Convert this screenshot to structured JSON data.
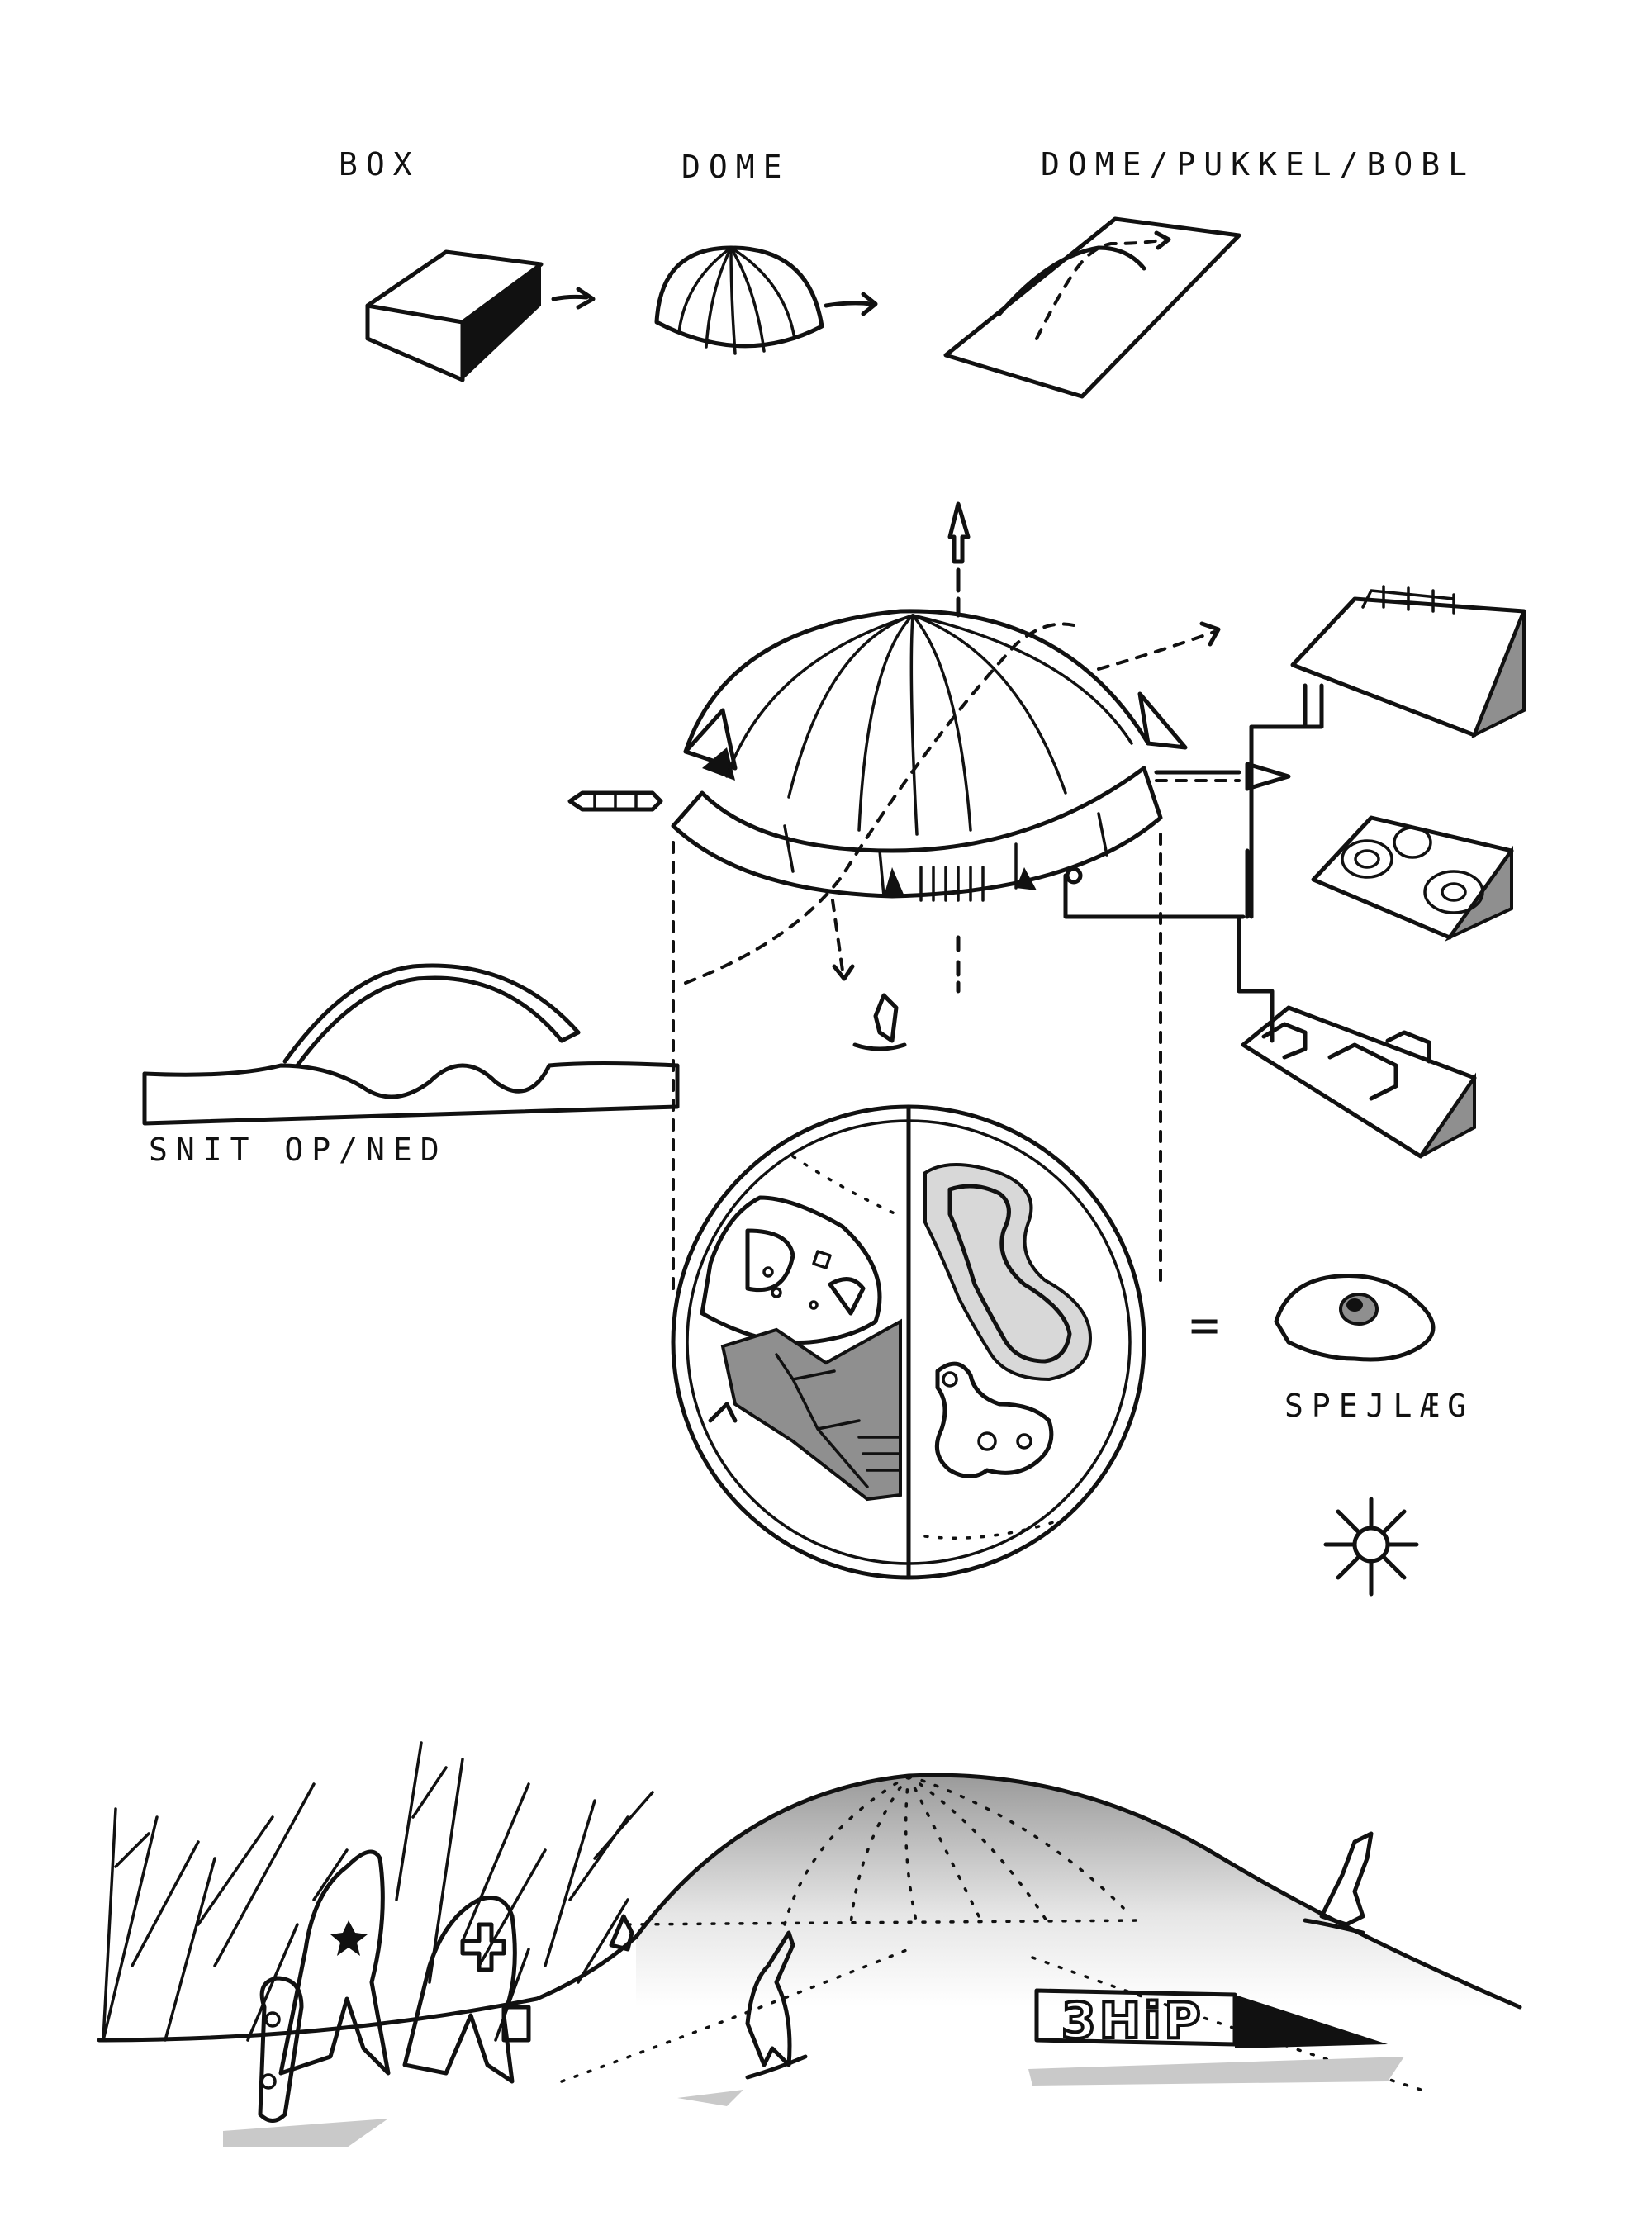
{
  "labels": {
    "box": "BOX",
    "dome": "DOME",
    "dome_series": "DOME/PUKKEL/BOBL",
    "section": "SNIT  OP/NED",
    "egg": "SPEJLÆG",
    "equals": "=",
    "graffiti": "3HiP"
  },
  "colors": {
    "ink": "#111111",
    "paper": "#ffffff",
    "fill_dark": "#8f8f8f",
    "fill_light": "#d8d8d8"
  }
}
